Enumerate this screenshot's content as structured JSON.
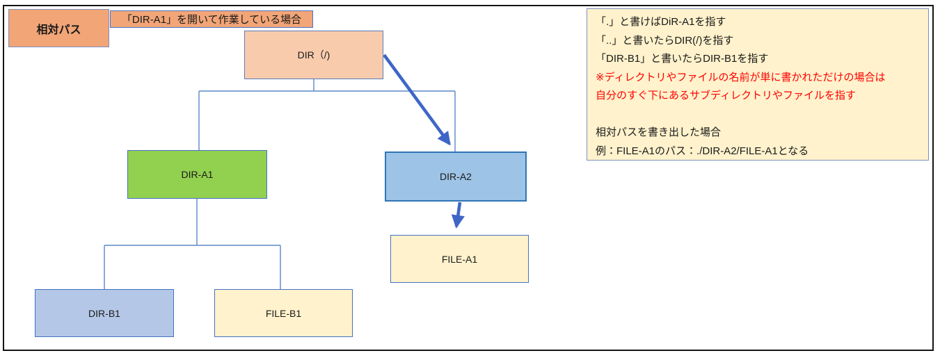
{
  "diagram": {
    "legend": {
      "label": "相対パス"
    },
    "context_banner": {
      "label": "「DIR-A1」を開いて作業している場合"
    },
    "tree": {
      "nodes": {
        "root": {
          "label": "DIR（/)",
          "fill": "#F8CBAD",
          "type": "directory"
        },
        "dir_a1": {
          "label": "DIR-A1",
          "fill": "#92D050",
          "type": "directory"
        },
        "dir_a2": {
          "label": "DIR-A2",
          "fill": "#9DC3E6",
          "type": "directory"
        },
        "dir_b1": {
          "label": "DIR-B1",
          "fill": "#B4C7E7",
          "type": "directory"
        },
        "file_b1": {
          "label": "FILE-B1",
          "fill": "#FFF2CC",
          "type": "file"
        },
        "file_a1": {
          "label": "FILE-A1",
          "fill": "#FFF2CC",
          "type": "file"
        }
      },
      "edges": [
        {
          "from": "root",
          "to": "dir_a1",
          "style": "line"
        },
        {
          "from": "root",
          "to": "dir_a2",
          "style": "line"
        },
        {
          "from": "root",
          "to": "dir_a2",
          "style": "thick-arrow"
        },
        {
          "from": "dir_a1",
          "to": "dir_b1",
          "style": "line"
        },
        {
          "from": "dir_a1",
          "to": "file_b1",
          "style": "line"
        },
        {
          "from": "dir_a2",
          "to": "file_a1",
          "style": "thick-arrow"
        }
      ]
    },
    "note": {
      "lines": [
        {
          "text": "「.」と書けばDiR-A1を指す",
          "color": "black"
        },
        {
          "text": "「..」と書いたらDIR(/)を指す",
          "color": "black"
        },
        {
          "text": "「DIR-B1」と書いたらDIR-B1を指す",
          "color": "black"
        },
        {
          "text": "※ディレクトリやファイルの名前が単に書かれただけの場合は",
          "color": "red"
        },
        {
          "text": "自分のすぐ下にあるサブディレクトリやファイルを指す",
          "color": "red"
        },
        {
          "text": "",
          "color": "black"
        },
        {
          "text": "相対パスを書き出した場合",
          "color": "black"
        },
        {
          "text": "例：FILE-A1のパス：./DIR-A2/FILE-A1となる",
          "color": "black"
        }
      ]
    },
    "colors": {
      "orange_fill": "#F2A577",
      "peach_fill": "#F8CBAD",
      "green_fill": "#92D050",
      "blue_fill": "#9DC3E6",
      "lavender_fill": "#B4C7E7",
      "cream_fill": "#FFF2CC",
      "node_border_blue": "#4472C4",
      "arrow_blue": "#3E66C6",
      "red_text": "#FF0000",
      "frame_black": "#141414"
    }
  }
}
